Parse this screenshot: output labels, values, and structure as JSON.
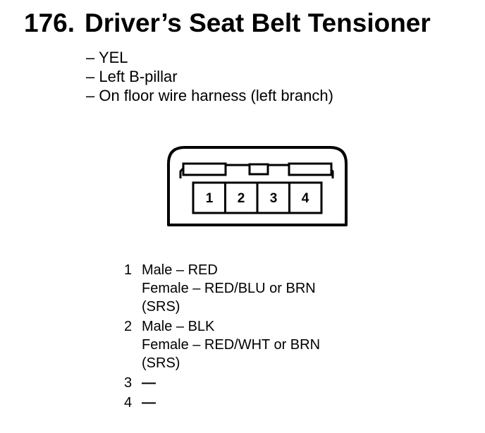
{
  "title": {
    "number": "176.",
    "text": "Driver’s Seat Belt Tensioner"
  },
  "info": [
    "– YEL",
    "– Left B-pillar",
    "– On floor wire harness (left branch)"
  ],
  "connector": {
    "pin_labels": [
      "1",
      "2",
      "3",
      "4"
    ]
  },
  "pins": [
    {
      "num": "1",
      "lines": [
        "Male – RED",
        "Female – RED/BLU or BRN",
        "(SRS)"
      ]
    },
    {
      "num": "2",
      "lines": [
        "Male – BLK",
        "Female – RED/WHT or BRN",
        "(SRS)"
      ]
    },
    {
      "num": "3",
      "lines": [
        "—"
      ]
    },
    {
      "num": "4",
      "lines": [
        "—"
      ]
    }
  ]
}
